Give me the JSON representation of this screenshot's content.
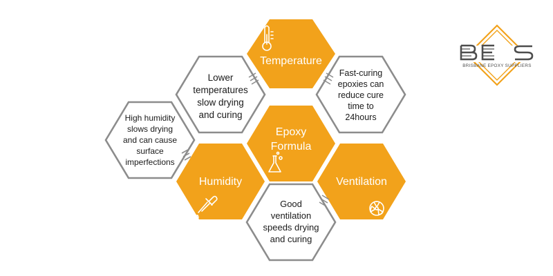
{
  "hexagons": {
    "temperature": {
      "label": "Temperature",
      "icon": "thermometer-icon",
      "color": "#f2a21b"
    },
    "epoxy": {
      "label_lines": [
        "Epoxy",
        "Formula"
      ],
      "icon": "flask-icon",
      "color": "#f2a21b"
    },
    "humidity": {
      "label": "Humidity",
      "icon": "dropper-icon",
      "color": "#f2a21b"
    },
    "ventilation": {
      "label": "Ventilation",
      "icon": "fan-icon",
      "color": "#f2a21b"
    },
    "lower_temps": {
      "lines": [
        "Lower",
        "temperatures",
        "slow drying",
        "and curing"
      ]
    },
    "fast_curing": {
      "lines": [
        "Fast-curing",
        "epoxies can",
        "reduce cure",
        "time to",
        "24hours"
      ]
    },
    "high_humidity": {
      "lines": [
        "High humidity",
        "slows drying",
        "and can cause",
        "surface",
        "imperfections"
      ]
    },
    "good_ventilation": {
      "lines": [
        "Good",
        "ventilation",
        "speeds drying",
        "and curing"
      ]
    }
  },
  "logo": {
    "letters": "BES",
    "tagline": "BRISBANE EPOXY SUPPLIERS",
    "accent": "#f2a21b",
    "text_color": "#4d4d4d"
  }
}
